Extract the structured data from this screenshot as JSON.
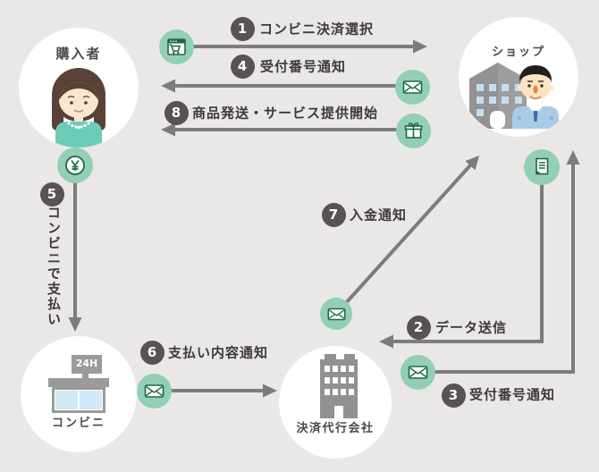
{
  "colors": {
    "background": "#e9e8e6",
    "actor_circle": "#ffffff",
    "icon_bubble_green": "#92cfb6",
    "icon_stroke_dark_green": "#1d6847",
    "badge_gray": "#595154",
    "arrow_gray": "#7d7b7b",
    "label_text": "#3d3938"
  },
  "actors": {
    "buyer": {
      "label": "購入者",
      "icon": "woman-avatar-icon"
    },
    "shop": {
      "label": "ショップ",
      "icon": "shop-building-clerk-icon"
    },
    "konbini": {
      "label": "コンビニ",
      "icon": "convenience-store-icon",
      "sign": "24H"
    },
    "agency": {
      "label": "決済代行会社",
      "icon": "office-building-icon"
    }
  },
  "steps": {
    "s1": {
      "num": "1",
      "label": "コンビニ決済選択",
      "icon": "online-cart-icon",
      "from": "buyer",
      "to": "shop"
    },
    "s2": {
      "num": "2",
      "label": "データ送信",
      "icon": "document-icon",
      "from": "shop",
      "to": "agency"
    },
    "s3": {
      "num": "3",
      "label": "受付番号通知",
      "icon": "mail-icon",
      "from": "agency",
      "to": "shop"
    },
    "s4": {
      "num": "4",
      "label": "受付番号通知",
      "icon": "mail-icon",
      "from": "shop",
      "to": "buyer"
    },
    "s5": {
      "num": "5",
      "label": "コンビニで支払い",
      "icon": "yen-icon",
      "from": "buyer",
      "to": "konbini"
    },
    "s6": {
      "num": "6",
      "label": "支払い内容通知",
      "icon": "mail-icon",
      "from": "konbini",
      "to": "agency"
    },
    "s7": {
      "num": "7",
      "label": "入金通知",
      "icon": "mail-icon",
      "from": "agency",
      "to": "shop"
    },
    "s8": {
      "num": "8",
      "label": "商品発送・サービス提供開始",
      "icon": "gift-icon",
      "from": "shop",
      "to": "buyer"
    }
  }
}
